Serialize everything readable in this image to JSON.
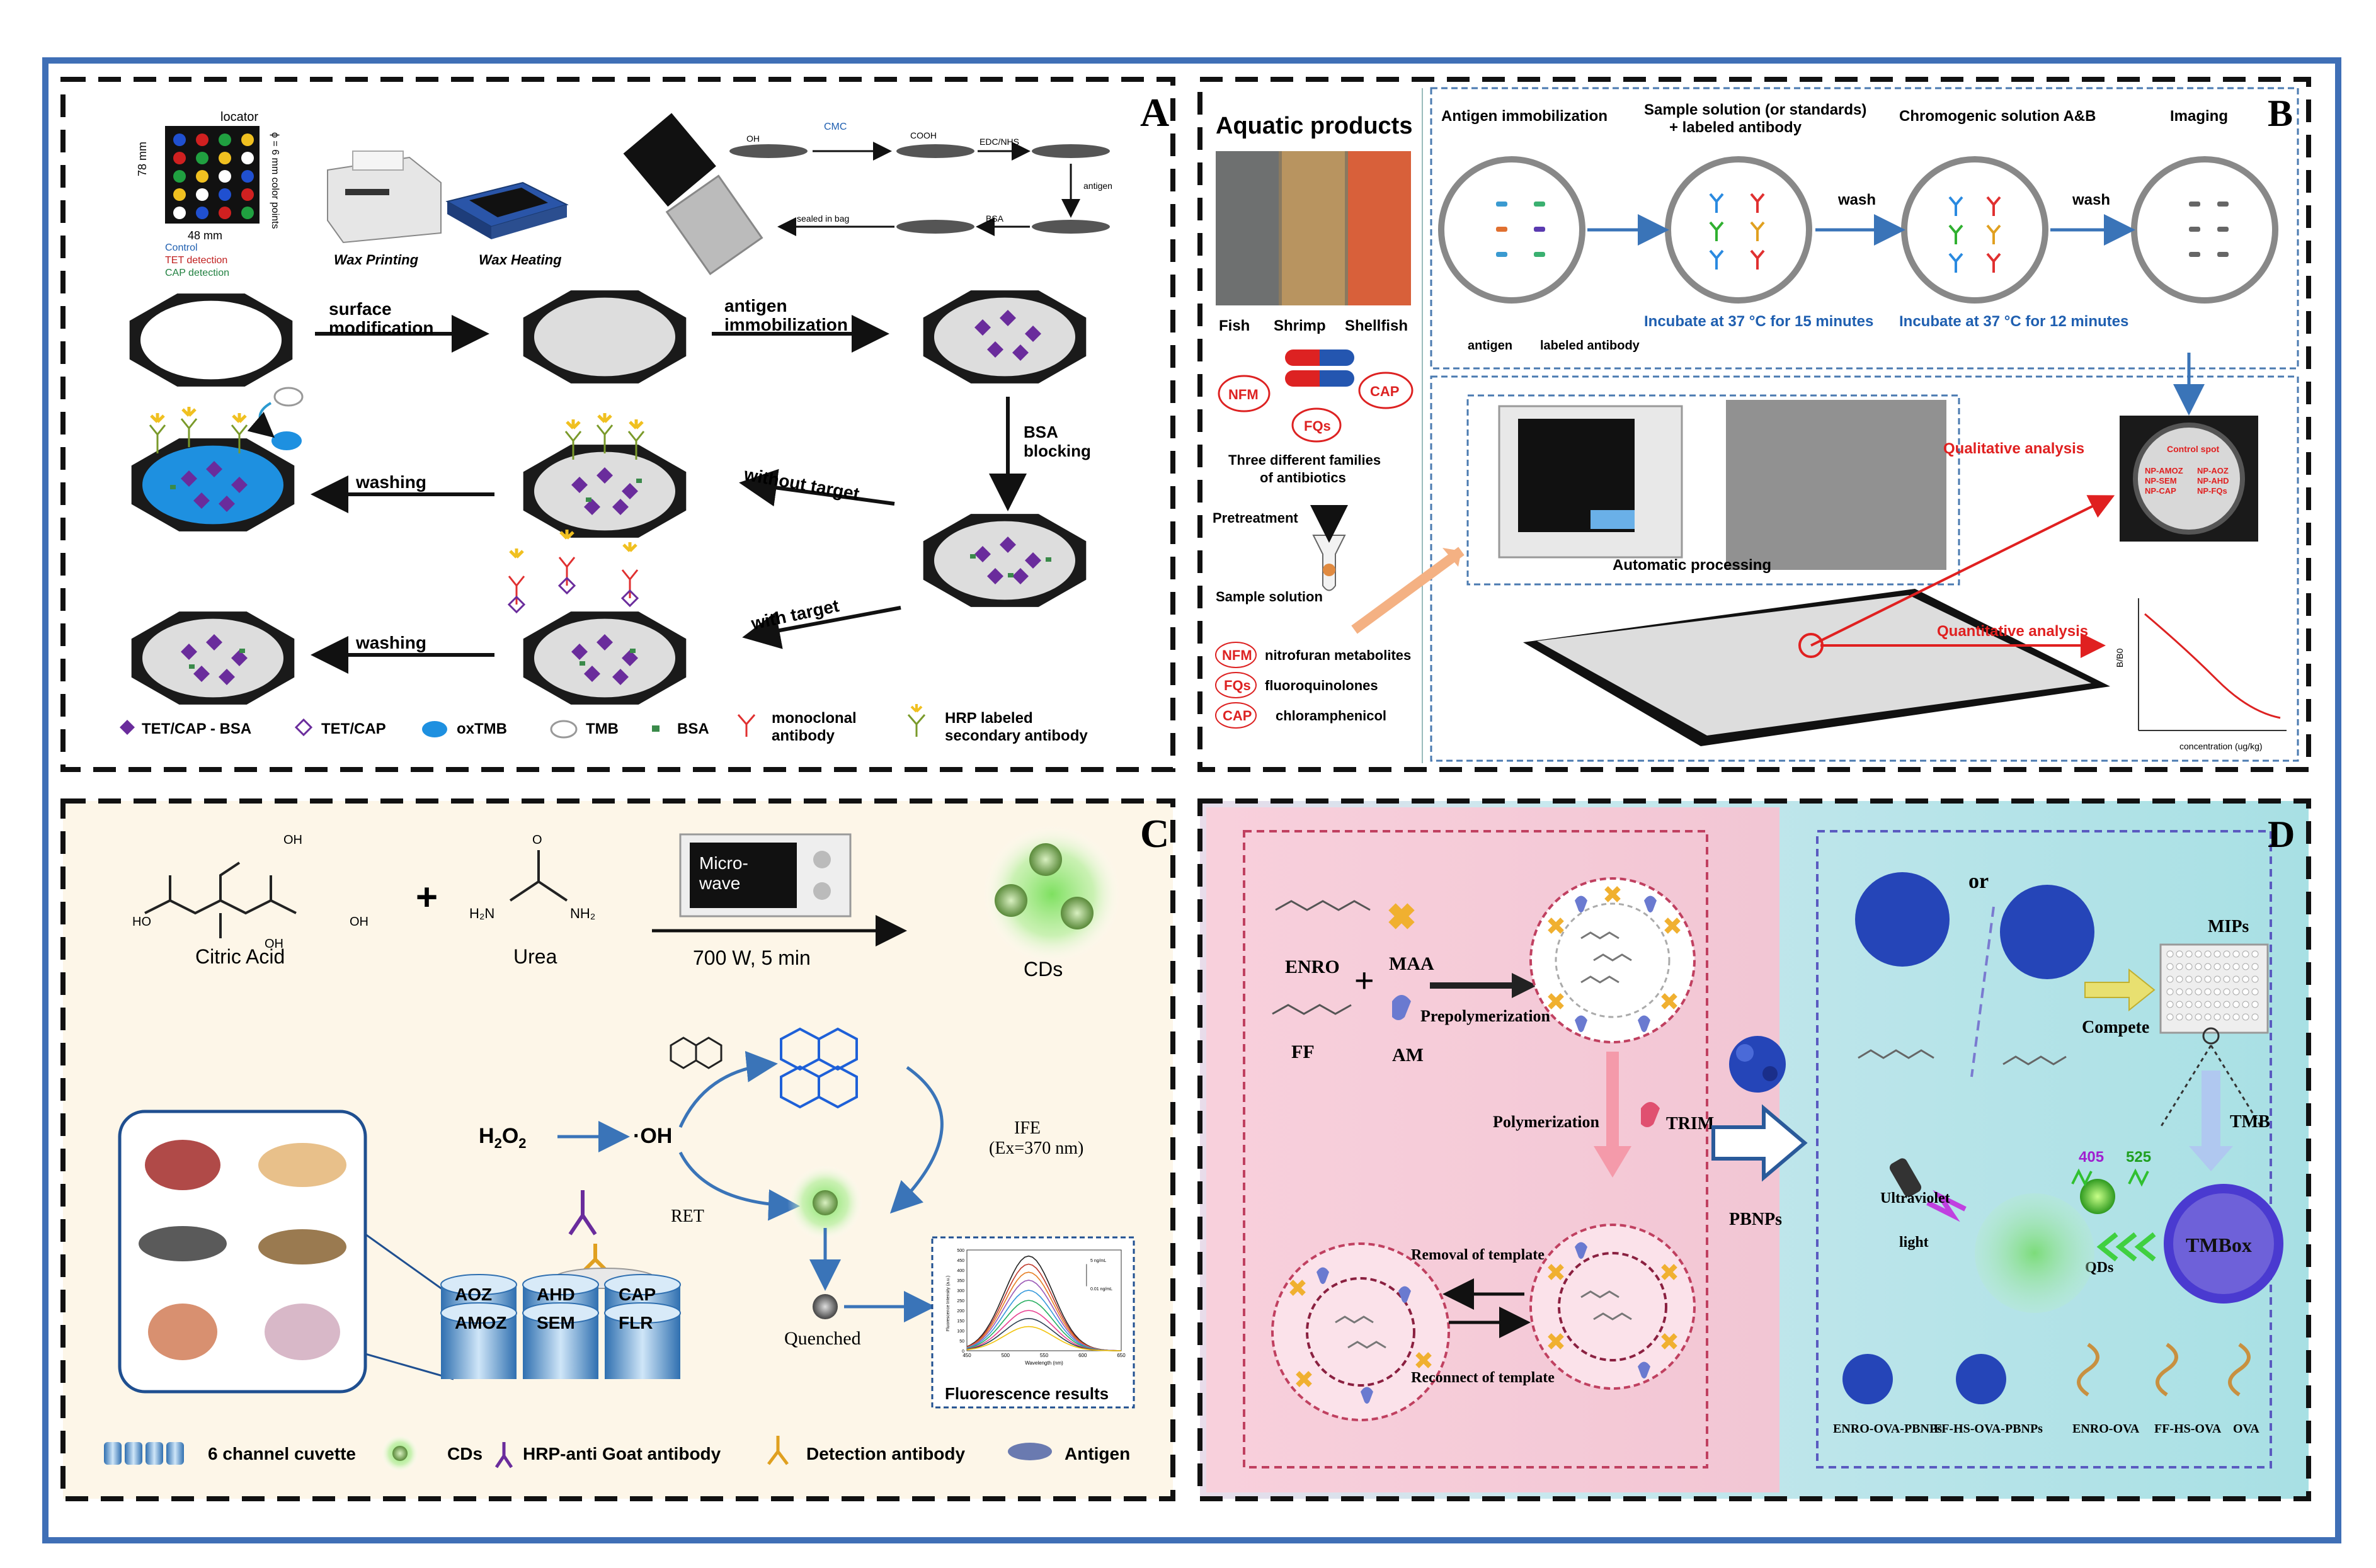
{
  "colors": {
    "frame": "#3f6fb6",
    "dash": "#111111",
    "purple": "#6a2c9c",
    "oxtmb": "#1e90e0",
    "red": "#e02020",
    "blue": "#1f5fb0",
    "panelC_bg": "#fdf6e8",
    "pink": "#f6cfd8",
    "teal": "#bfe6ea",
    "mip_blue": "#2545b8",
    "green_glow": "#8fe07a"
  },
  "panelA": {
    "letter": "A",
    "locator": "locator",
    "dim_h": "78 mm",
    "dim_w": "48 mm",
    "dim_phi": "ϕ = 6 mm color points",
    "legend_small": [
      "Control",
      "TET detection",
      "CAP detection"
    ],
    "wax_printing": "Wax Printing",
    "wax_heating": "Wax Heating",
    "chem_oh": "OH",
    "chem_cmc": "CMC",
    "chem_cooh": "COOH",
    "chem_edc": "EDC/NHS",
    "chem_antigen": "antigen",
    "chem_sealed": "sealed in bag",
    "chem_bsa": "BSA",
    "step_surface": "surface\nmodification",
    "step_antigen": "antigen\nimmobilization",
    "step_bsa": "BSA\nblocking",
    "step_without": "without target",
    "step_with": "with target",
    "washing1": "washing",
    "washing2": "washing",
    "legend": [
      {
        "label": "TET/CAP - BSA",
        "icon": "filled-diamond-icon"
      },
      {
        "label": "TET/CAP",
        "icon": "open-diamond-icon"
      },
      {
        "label": "oxTMB",
        "icon": "blue-ellipse-icon"
      },
      {
        "label": "TMB",
        "icon": "white-ellipse-icon"
      },
      {
        "label": "BSA",
        "icon": "green-dot-icon"
      },
      {
        "label": "monoclonal\nantibody",
        "icon": "antibody-icon"
      },
      {
        "label": "HRP labeled\nsecondary antibody",
        "icon": "hrp-antibody-icon"
      }
    ]
  },
  "panelB": {
    "letter": "B",
    "aquatic_title": "Aquatic products",
    "fish": "Fish",
    "shrimp": "Shrimp",
    "shellfish": "Shellfish",
    "nfm": "NFM",
    "cap": "CAP",
    "fqs": "FQs",
    "three_families": "Three different families\nof antibiotics",
    "pretreatment": "Pretreatment",
    "sample_solution": "Sample solution",
    "abbr": [
      {
        "abbr": "NFM",
        "full": "nitrofuran metabolites"
      },
      {
        "abbr": "FQs",
        "full": "fluoroquinolones"
      },
      {
        "abbr": "CAP",
        "full": "chloramphenicol"
      }
    ],
    "antigen_immob": "Antigen immobilization",
    "sample_std": "Sample solution (or standards)\n+ labeled antibody",
    "chromogenic": "Chromogenic solution A&B",
    "imaging": "Imaging",
    "wash1": "wash",
    "wash2": "wash",
    "incubate15": "Incubate at 37 °C for 15 minutes",
    "incubate12": "Incubate at 37 °C for 12 minutes",
    "antigen_leg": "antigen",
    "labeled_leg": "labeled antibody",
    "automatic": "Automatic processing",
    "qualitative": "Qualitative  analysis",
    "quantitative": "Quantitative  analysis",
    "control_spot": "Control spot",
    "spot_left": [
      "NP-AMOZ",
      "NP-SEM",
      "NP-CAP"
    ],
    "spot_right": [
      "NP-AOZ",
      "NP-AHD",
      "NP-FQs"
    ],
    "plot_ylabel": "B/B0",
    "plot_xlabel": "concentration (ug/kg)"
  },
  "panelC": {
    "letter": "C",
    "citric": "Citric Acid",
    "urea": "Urea",
    "plus": "+",
    "microwave": "Micro-\nwave",
    "power": "700 W, 5 min",
    "cds": "CDs",
    "h2o2": "H2O2",
    "oh": "·OH",
    "ret": "RET",
    "ife": "IFE\n(Ex=370 nm)",
    "quenched": "Quenched",
    "channels": [
      "AOZ",
      "AHD",
      "CAP",
      "AMOZ",
      "SEM",
      "FLR"
    ],
    "fluor_title": "Fluorescence  results",
    "fluor_ylabel": "Fluorescence Intensity (a.u.)",
    "fluor_xlabel": "Wavelength (nm)",
    "fluor_ann_top": "5 ng/mL",
    "fluor_ann_bot": "0.01 ng/mL",
    "legend": [
      {
        "label": "6 channel cuvette",
        "icon": "cuvette-icon"
      },
      {
        "label": "CDs",
        "icon": "cd-icon"
      },
      {
        "label": "HRP-anti Goat antibody",
        "icon": "hrp-anti-goat-icon"
      },
      {
        "label": "Detection antibody",
        "icon": "detection-antibody-icon"
      },
      {
        "label": "Antigen",
        "icon": "antigen-icon"
      }
    ]
  },
  "panelC_chart": {
    "type": "line",
    "x": [
      450,
      500,
      550,
      600,
      650
    ],
    "xlim": [
      450,
      650
    ],
    "ylim": [
      0,
      500
    ],
    "yticks": [
      0,
      50,
      100,
      150,
      200,
      250,
      300,
      350,
      400,
      450,
      500
    ],
    "curves_peak": [
      470,
      430,
      390,
      350,
      300,
      250,
      200,
      160,
      120
    ],
    "peak_x": 530,
    "colors": [
      "#222222",
      "#c0392b",
      "#e67e22",
      "#9b59b6",
      "#3498db",
      "#27ae60",
      "#e84393",
      "#2c3e50",
      "#f1c40f"
    ]
  },
  "panelD": {
    "letter": "D",
    "enro": "ENRO",
    "ff": "FF",
    "maa": "MAA",
    "am": "AM",
    "plus": "+",
    "prepoly": "Prepolymerization",
    "poly": "Polymerization",
    "trim": "TRIM",
    "removal": "Removal of template",
    "reconnect": "Reconnect of template",
    "pbnps": "PBNPs",
    "or": "or",
    "mips": "MIPs",
    "compete": "Compete",
    "tmb": "TMB",
    "uv": "Ultraviolet\nlight",
    "qds": "QDs",
    "tmbox": "TMBox",
    "n405": "405",
    "n525": "525",
    "bottom": [
      "ENRO-OVA-PBNPs",
      "FF-HS-OVA-PBNPs",
      "ENRO-OVA",
      "FF-HS-OVA",
      "OVA"
    ]
  }
}
